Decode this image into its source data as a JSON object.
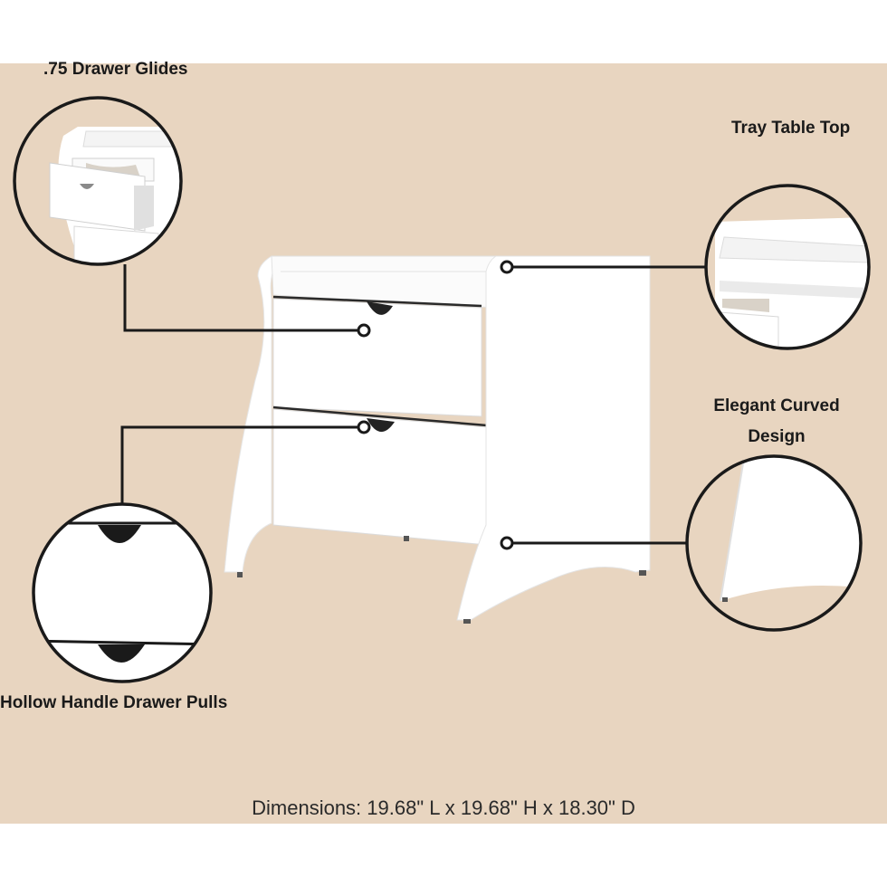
{
  "colors": {
    "background": "#e8d5c0",
    "furniture": "#ffffff",
    "shadow": "#ececec",
    "ink": "#1a1a1a"
  },
  "callouts": {
    "drawer_glides": ".75 Drawer Glides",
    "tray_top": "Tray Table Top",
    "curved_design_line1": "Elegant Curved",
    "curved_design_line2": "Design",
    "drawer_pulls": "Hollow Handle Drawer Pulls"
  },
  "dimensions": "Dimensions: 19.68\" L x 19.68\" H x 18.30\" D"
}
